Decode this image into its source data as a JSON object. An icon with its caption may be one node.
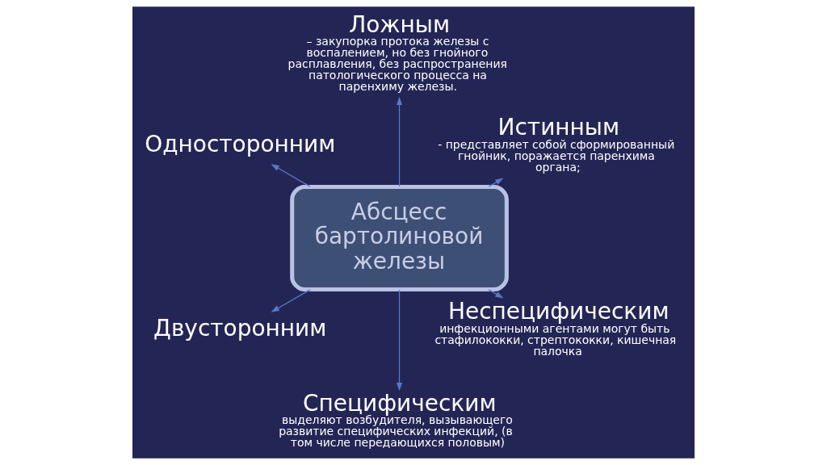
{
  "diagram": {
    "nodes": [
      {
        "text": [
          "Истинным",
          "- представляет собой сформированный гнойник, поражается паренхима органа;"
        ]
      },
      {
        "text": [
          "Ложным",
          "– закупорка протока железы с воспалением, но без гнойного расплавления, без распространения патологического процесса на паренхиму железы."
        ]
      },
      {
        "text": [
          "Абсцесс бартолиновой железы"
        ]
      },
      {
        "text": [
          "Односторонним"
        ]
      },
      {
        "text": [
          "Двусторонним"
        ]
      },
      {
        "text": [
          "Специфическим",
          "выделяют возбудителя, вызывающего развитие специфических инфекций, (в том числе передающихся половым)"
        ]
      },
      {
        "text": [
          "Неспецифическим",
          "инфекционными агентами могут быть стафилококки, стрептококки, кишечная палочка"
        ]
      }
    ],
    "edges": [
      {
        "from": 2,
        "to": 0,
        "arrow": "to"
      },
      {
        "from": 2,
        "to": 1,
        "arrow": "to"
      },
      {
        "from": 2,
        "to": 3,
        "arrow": "to"
      },
      {
        "from": 2,
        "to": 4,
        "arrow": "to"
      },
      {
        "from": 2,
        "to": 5,
        "arrow": "to"
      },
      {
        "from": 2,
        "to": 6,
        "arrow": "to"
      }
    ]
  }
}
